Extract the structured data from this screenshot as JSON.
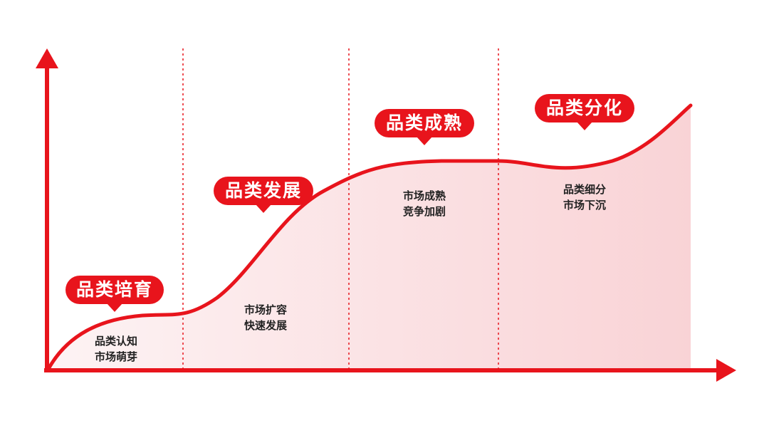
{
  "colors": {
    "accent": "#e8141c",
    "fill_light": "#fdf0f1",
    "fill_dark": "#f9d3d6",
    "text": "#222222"
  },
  "stages": [
    {
      "label": "品类培育",
      "lines": [
        "品类认知",
        "市场萌芽"
      ]
    },
    {
      "label": "品类发展",
      "lines": [
        "市场扩容",
        "快速发展"
      ]
    },
    {
      "label": "品类成熟",
      "lines": [
        "市场成熟",
        "竞争加剧"
      ]
    },
    {
      "label": "品类分化",
      "lines": [
        "品类细分",
        "市场下沉"
      ]
    }
  ]
}
